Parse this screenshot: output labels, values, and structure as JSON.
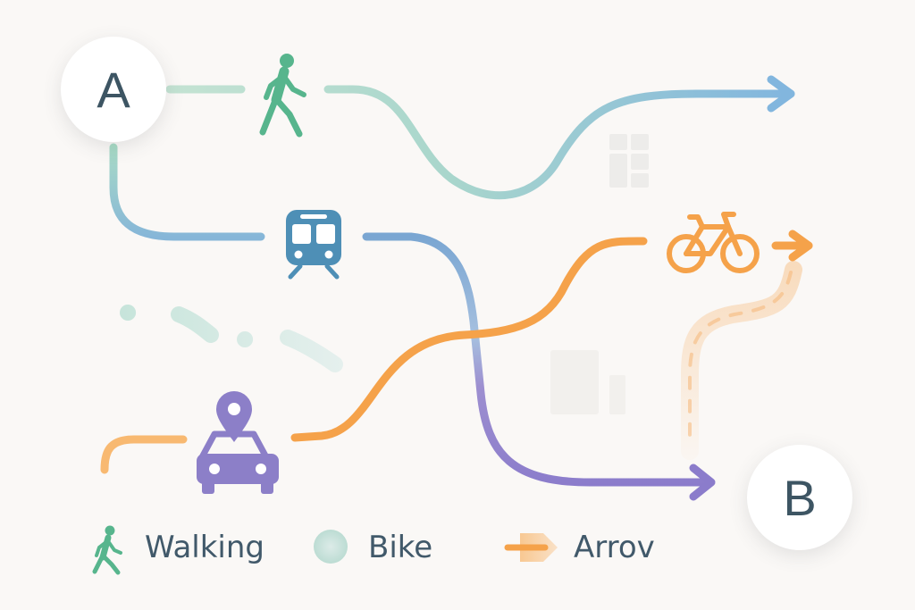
{
  "nodes": {
    "start": "A",
    "end": "B"
  },
  "icons": {
    "walking": "person-walking",
    "train": "train-front",
    "bike": "bicycle",
    "car": "car",
    "location": "map-pin"
  },
  "legend": [
    {
      "label": "Walking",
      "icon": "person-walking",
      "color": "#57b58d"
    },
    {
      "label": "Bike",
      "icon": "circle-swatch",
      "color": "#cfe7df"
    },
    {
      "label": "Arrov",
      "icon": "arrow-swatch",
      "color": "#f5a24a"
    }
  ],
  "colors": {
    "walking": "#5fbf8f",
    "transit": "#6fa7cc",
    "car": "#8c7fc8",
    "bike": "#f5a24a",
    "text": "#41596a"
  }
}
